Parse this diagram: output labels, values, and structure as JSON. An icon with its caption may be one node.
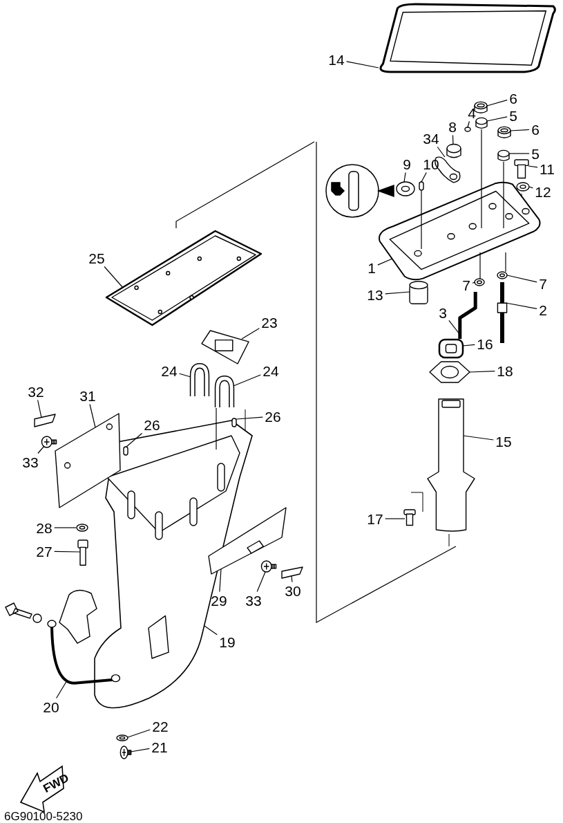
{
  "diagram": {
    "nodes": [
      {
        "text": [
          "14"
        ]
      },
      {
        "text": [],
        "shape": "picture"
      },
      {
        "text": [
          "6"
        ]
      },
      {
        "text": [],
        "shape": "picture"
      },
      {
        "text": [
          "4"
        ]
      },
      {
        "text": [],
        "shape": "circle"
      },
      {
        "text": [
          "5"
        ]
      },
      {
        "text": [],
        "shape": "cylinder"
      },
      {
        "text": [
          "8"
        ]
      },
      {
        "text": [],
        "shape": "cylinder"
      },
      {
        "text": [
          "34"
        ]
      },
      {
        "text": [],
        "shape": "picture"
      },
      {
        "text": [
          "6"
        ]
      },
      {
        "text": [],
        "shape": "picture"
      },
      {
        "text": [
          "5"
        ]
      },
      {
        "text": [],
        "shape": "cylinder"
      },
      {
        "text": [
          "9"
        ]
      },
      {
        "text": [],
        "shape": "picture"
      },
      {
        "text": [
          "10"
        ]
      },
      {
        "text": [],
        "shape": "bar"
      },
      {
        "text": [
          "11"
        ]
      },
      {
        "text": [],
        "shape": "picture"
      },
      {
        "text": [
          "12"
        ]
      },
      {
        "text": [],
        "shape": "picture"
      },
      {
        "text": [
          "1"
        ]
      },
      {
        "text": [],
        "shape": "picture"
      },
      {
        "text": [
          "13"
        ]
      },
      {
        "text": [],
        "shape": "cylinder"
      },
      {
        "text": [
          "7"
        ]
      },
      {
        "text": [],
        "shape": "picture"
      },
      {
        "text": [
          "7"
        ]
      },
      {
        "text": [],
        "shape": "picture"
      },
      {
        "text": [
          "3"
        ]
      },
      {
        "text": [],
        "shape": "picture"
      },
      {
        "text": [
          "2"
        ]
      },
      {
        "text": [],
        "shape": "picture"
      },
      {
        "text": [
          "16"
        ]
      },
      {
        "text": [],
        "shape": "picture"
      },
      {
        "text": [
          "18"
        ]
      },
      {
        "text": [],
        "shape": "picture"
      },
      {
        "text": [
          "15"
        ]
      },
      {
        "text": [],
        "shape": "picture"
      },
      {
        "text": [
          "17"
        ]
      },
      {
        "text": [],
        "shape": "picture"
      },
      {
        "text": [
          "25"
        ]
      },
      {
        "text": [],
        "shape": "picture"
      },
      {
        "text": [
          "23"
        ]
      },
      {
        "text": [],
        "shape": "picture"
      },
      {
        "text": [
          "24"
        ]
      },
      {
        "text": [],
        "shape": "picture"
      },
      {
        "text": [
          "24"
        ]
      },
      {
        "text": [],
        "shape": "picture"
      },
      {
        "text": [
          "32"
        ]
      },
      {
        "text": [],
        "shape": "picture"
      },
      {
        "text": [
          "31"
        ]
      },
      {
        "text": [],
        "shape": "picture"
      },
      {
        "text": [
          "26"
        ]
      },
      {
        "text": [],
        "shape": "bar",
        "in": 73
      },
      {
        "text": [
          "26"
        ]
      },
      {
        "text": [],
        "shape": "bar",
        "in": 73
      },
      {
        "text": [
          "33"
        ]
      },
      {
        "text": [],
        "shape": "picture"
      },
      {
        "text": [
          "28"
        ]
      },
      {
        "text": [],
        "shape": "picture"
      },
      {
        "text": [
          "27"
        ]
      },
      {
        "text": [],
        "shape": "picture"
      },
      {
        "text": [
          "29"
        ]
      },
      {
        "text": [],
        "shape": "picture"
      },
      {
        "text": [
          "33"
        ]
      },
      {
        "text": [],
        "shape": "picture"
      },
      {
        "text": [
          "30"
        ]
      },
      {
        "text": [],
        "shape": "picture"
      },
      {
        "text": [
          "19"
        ]
      },
      {
        "text": [],
        "shape": "picture"
      },
      {
        "text": [
          "20"
        ]
      },
      {
        "text": [],
        "shape": "picture"
      },
      {
        "text": [
          "22"
        ]
      },
      {
        "text": [],
        "shape": "picture"
      },
      {
        "text": [
          "21"
        ]
      },
      {
        "text": [],
        "shape": "picture"
      }
    ],
    "edges": [
      {
        "from": 0,
        "to": 1,
        "arrow": "none"
      },
      {
        "from": 2,
        "to": 3,
        "arrow": "none"
      },
      {
        "from": 4,
        "to": 5,
        "arrow": "none"
      },
      {
        "from": 6,
        "to": 7,
        "arrow": "none"
      },
      {
        "from": 8,
        "to": 9,
        "arrow": "none"
      },
      {
        "from": 10,
        "to": 11,
        "arrow": "none"
      },
      {
        "from": 12,
        "to": 13,
        "arrow": "none"
      },
      {
        "from": 14,
        "to": 15,
        "arrow": "none"
      },
      {
        "from": 16,
        "to": 17,
        "arrow": "none"
      },
      {
        "from": 18,
        "to": 19,
        "arrow": "none"
      },
      {
        "from": 20,
        "to": 21,
        "arrow": "none"
      },
      {
        "from": 22,
        "to": 23,
        "arrow": "none"
      },
      {
        "from": 24,
        "to": 25,
        "arrow": "none"
      },
      {
        "from": 26,
        "to": 27,
        "arrow": "none"
      },
      {
        "from": 28,
        "to": 29,
        "arrow": "none"
      },
      {
        "from": 30,
        "to": 31,
        "arrow": "none"
      },
      {
        "from": 32,
        "to": 33,
        "arrow": "none"
      },
      {
        "from": 34,
        "to": 35,
        "arrow": "none"
      },
      {
        "from": 36,
        "to": 37,
        "arrow": "none"
      },
      {
        "from": 38,
        "to": 39,
        "arrow": "none"
      },
      {
        "from": 40,
        "to": 41,
        "arrow": "none"
      },
      {
        "from": 42,
        "to": 43,
        "arrow": "none"
      },
      {
        "from": 44,
        "to": 45,
        "arrow": "none"
      },
      {
        "from": 46,
        "to": 47,
        "arrow": "none"
      },
      {
        "from": 48,
        "to": 49,
        "arrow": "none"
      },
      {
        "from": 50,
        "to": 51,
        "arrow": "none"
      },
      {
        "from": 52,
        "to": 53,
        "arrow": "none"
      },
      {
        "from": 54,
        "to": 55,
        "arrow": "none"
      },
      {
        "from": 56,
        "to": 57,
        "arrow": "none"
      },
      {
        "from": 58,
        "to": 59,
        "arrow": "none"
      },
      {
        "from": 60,
        "to": 61,
        "arrow": "none"
      },
      {
        "from": 62,
        "to": 63,
        "arrow": "none"
      },
      {
        "from": 64,
        "to": 65,
        "arrow": "none"
      },
      {
        "from": 66,
        "to": 67,
        "arrow": "none"
      },
      {
        "from": 68,
        "to": 69,
        "arrow": "none"
      },
      {
        "from": 70,
        "to": 71,
        "arrow": "none"
      },
      {
        "from": 72,
        "to": 73,
        "arrow": "none"
      },
      {
        "from": 74,
        "to": 75,
        "arrow": "none"
      },
      {
        "from": 76,
        "to": 77,
        "arrow": "none"
      },
      {
        "from": 78,
        "to": 79,
        "arrow": "none"
      },
      {
        "from": 7,
        "to": 25,
        "arrow": "none"
      },
      {
        "from": 15,
        "to": 25,
        "arrow": "none"
      },
      {
        "from": 51,
        "to": 73,
        "arrow": "none"
      },
      {
        "from": 19,
        "to": 25,
        "arrow": "none"
      },
      {
        "from": 25,
        "to": 31,
        "arrow": "none"
      },
      {
        "from": 25,
        "to": 29,
        "arrow": "none"
      }
    ],
    "labels": [
      "FWD",
      "6G90100-5230"
    ]
  }
}
